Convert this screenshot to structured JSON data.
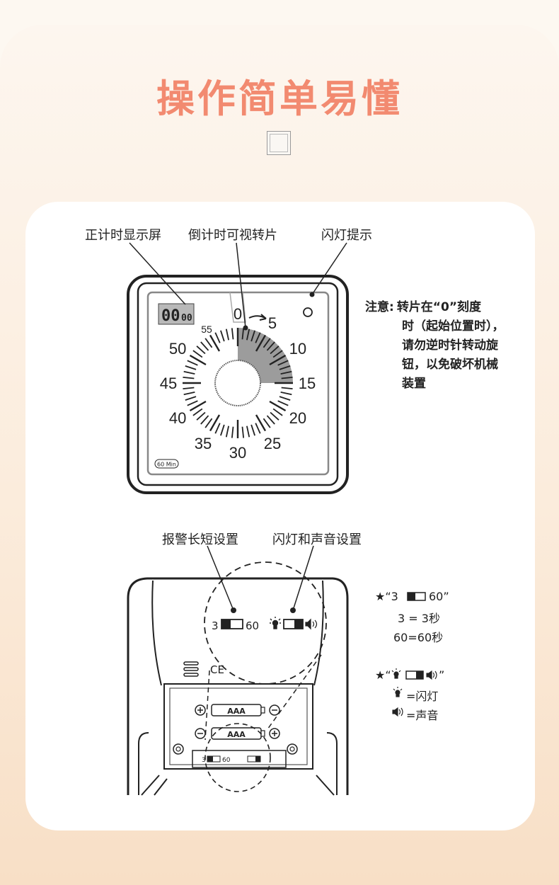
{
  "title": "操作简单易懂",
  "front_labels": {
    "display": "正计时显示屏",
    "disc": "倒计时可视转片",
    "flash": "闪灯提示"
  },
  "note": {
    "head": "注意:",
    "lines": [
      "转片在“0”刻度",
      "时（起始位置时），",
      "请勿逆时针转动旋",
      "钮，以免破坏机械",
      "装置"
    ]
  },
  "timer": {
    "lcd": "00",
    "lcd_small": "00",
    "dial_numbers": [
      "0",
      "5",
      "10",
      "15",
      "20",
      "25",
      "30",
      "35",
      "40",
      "45",
      "50",
      "55"
    ],
    "badge": "60 Min"
  },
  "back_labels": {
    "alarm": "报警长短设置",
    "flash_sound": "闪灯和声音设置"
  },
  "switches": {
    "alarm_left": "3",
    "alarm_right": "60"
  },
  "battery": {
    "label": "AAA"
  },
  "legend": {
    "alarm_title": "★“3",
    "alarm_title_end": "60”",
    "alarm_3": "3 = 3秒",
    "alarm_60": "60=60秒",
    "mode_title": "★“",
    "mode_title_end": "”",
    "flash": "=闪灯",
    "sound": "=声音"
  },
  "colors": {
    "title": "#f28a70",
    "wedge": "#9c9c9c",
    "lcd": "#b9b9b9"
  }
}
